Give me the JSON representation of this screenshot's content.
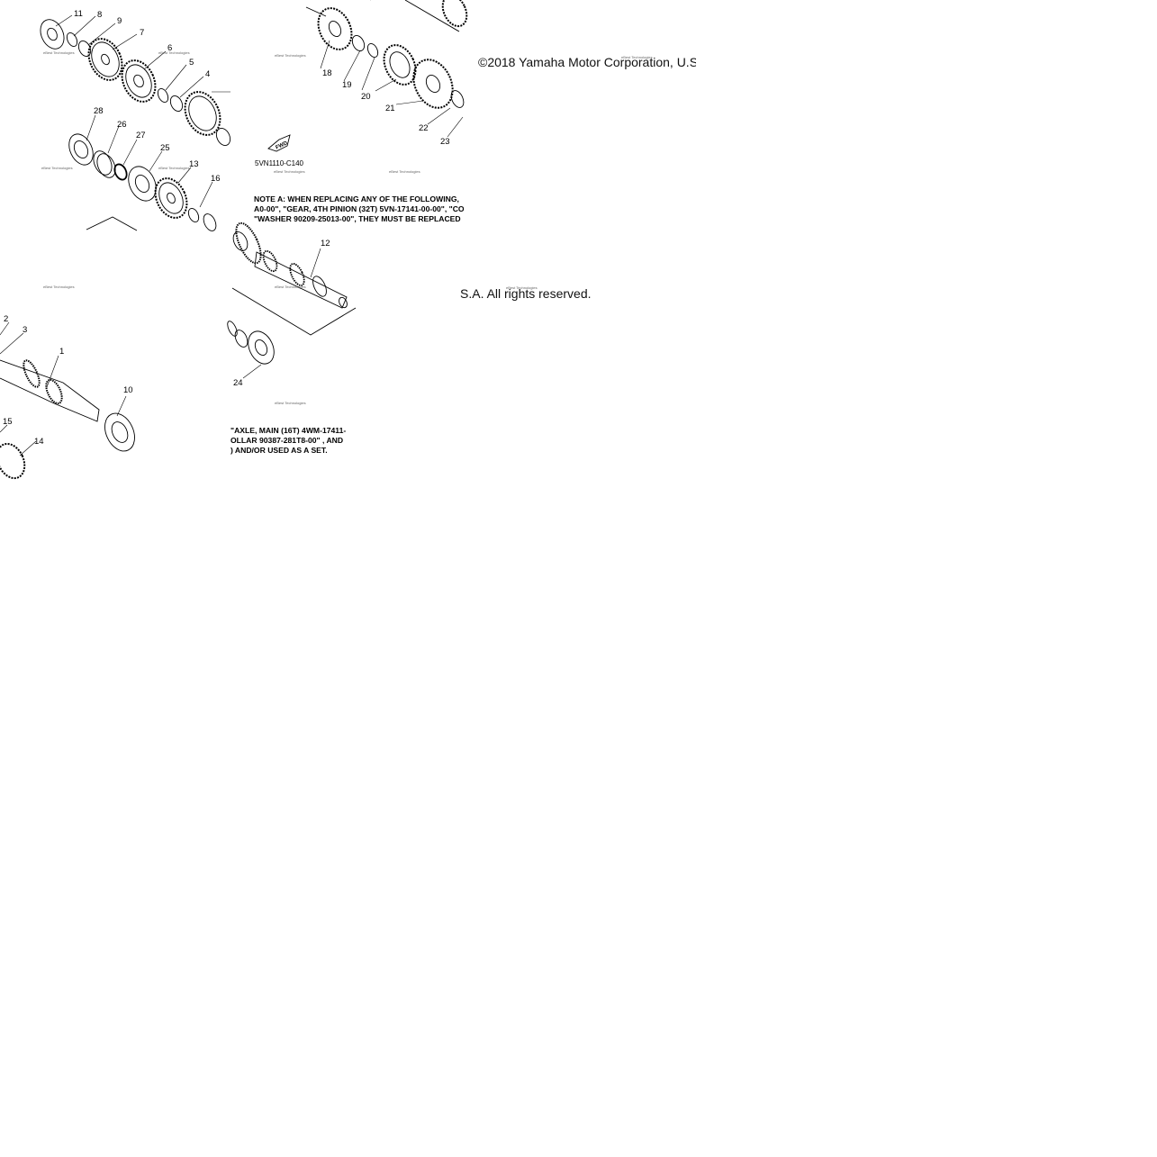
{
  "diagram": {
    "part_code": "5VN1110-C140",
    "direction_label": "FWD",
    "watermark_text": "eBest Technologies",
    "callout_numbers": [
      "1",
      "2",
      "3",
      "4",
      "5",
      "6",
      "7",
      "8",
      "9",
      "10",
      "11",
      "12",
      "13",
      "14",
      "15",
      "16",
      "18",
      "19",
      "20",
      "21",
      "22",
      "23",
      "24",
      "25",
      "26",
      "27",
      "28"
    ]
  },
  "note_top": {
    "line1": "NOTE A: WHEN REPLACING ANY OF THE FOLLOWING,",
    "line2": "A0-00\", \"GEAR, 4TH PINION (32T) 5VN-17141-00-00\", \"CO",
    "line3": "\"WASHER 90209-25013-00\", THEY MUST BE REPLACED"
  },
  "note_bottom": {
    "line1": "\"AXLE, MAIN (16T) 4WM-17411-",
    "line2": "OLLAR 90387-281T8-00\" , AND",
    "line3": ") AND/OR USED AS A SET."
  },
  "copyright": {
    "part1": "©2018 Yamaha Motor Corporation, U.S",
    "part2": "S.A. All rights reserved."
  }
}
